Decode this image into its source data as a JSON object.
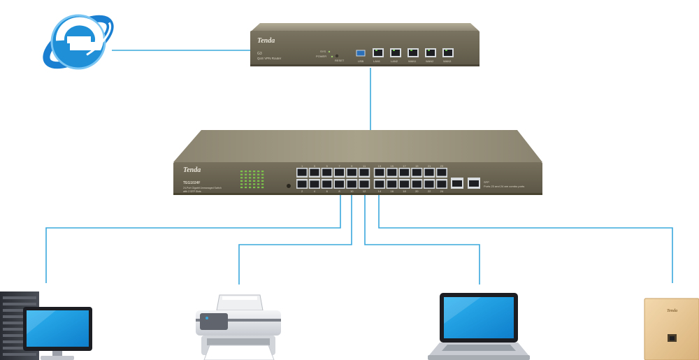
{
  "router": {
    "brand": "Tenda",
    "model": "G3",
    "subtitle": "QoS VPN Router",
    "led_sys": "SYS",
    "led_power": "POWER",
    "button_reset": "RESET",
    "port_usb": "USB",
    "ports": [
      "LAN1",
      "LAN2",
      "WAN1",
      "WAN2",
      "WAN3"
    ]
  },
  "switch": {
    "brand": "Tenda",
    "model": "TEG1024F",
    "subtitle": "24-Port Gigabit Unmanaged Switch",
    "subtitle2": "with 2 SFP Slots",
    "note": "Ports 23 and 24 are combo ports",
    "sfp_label": "SFP",
    "top_numbers": [
      "1",
      "3",
      "5",
      "7",
      "9",
      "11",
      "13",
      "15",
      "17",
      "19",
      "21",
      "23"
    ],
    "bottom_numbers": [
      "2",
      "4",
      "6",
      "8",
      "10",
      "12",
      "14",
      "16",
      "18",
      "20",
      "22",
      "24"
    ]
  },
  "access_point": {
    "brand": "Tenda"
  },
  "colors": {
    "link_line": "#3aa8dc",
    "device_body": "#8a8370",
    "ie_blue": "#1f8fd8"
  },
  "icons": {
    "internet": "internet-explorer-icon",
    "server_pc": "server-desktop-icon",
    "printer": "printer-icon",
    "laptop": "laptop-icon",
    "access_point": "wall-access-point-icon"
  }
}
